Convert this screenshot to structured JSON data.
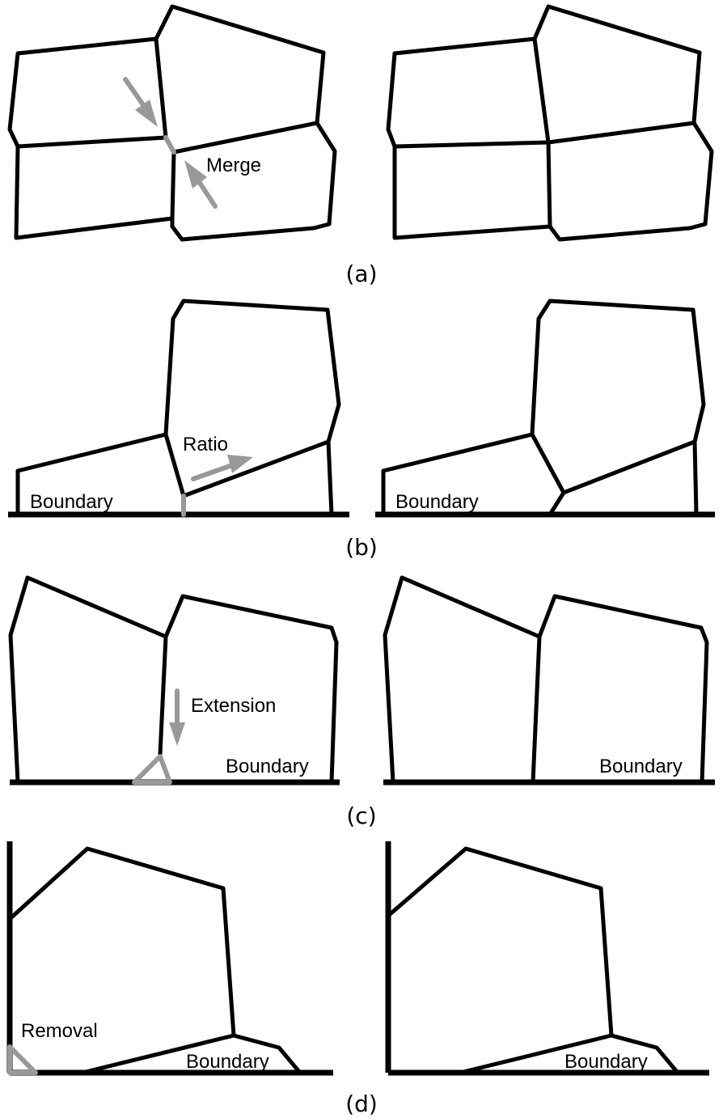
{
  "panels": [
    {
      "caption": "(a)",
      "left_labels": [
        "Merge"
      ],
      "right_labels": []
    },
    {
      "caption": "(b)",
      "left_labels": [
        "Ratio",
        "Boundary"
      ],
      "right_labels": [
        "Boundary"
      ]
    },
    {
      "caption": "(c)",
      "left_labels": [
        "Extension",
        "Boundary"
      ],
      "right_labels": [
        "Boundary"
      ]
    },
    {
      "caption": "(d)",
      "left_labels": [
        "Removal",
        "Boundary"
      ],
      "right_labels": [
        "Boundary"
      ]
    }
  ],
  "colors": {
    "edge": "#000000",
    "highlight": "#999999",
    "background": "#ffffff"
  }
}
